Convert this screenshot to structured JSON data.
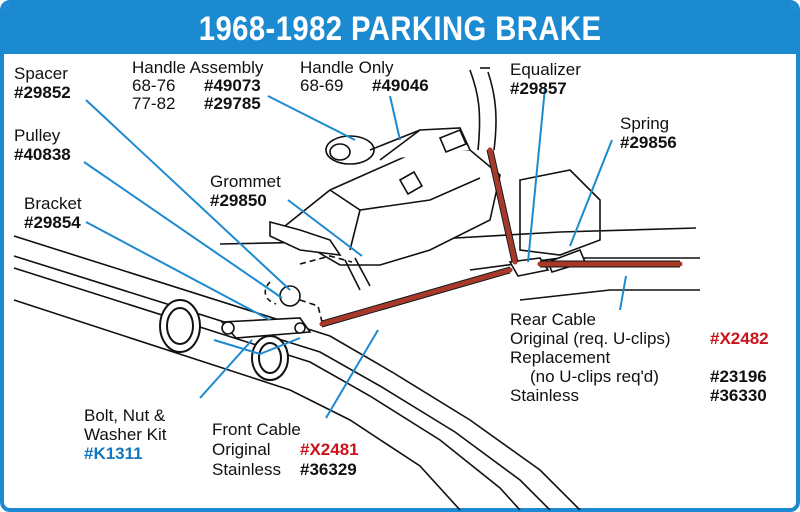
{
  "title": "1968-1982 PARKING BRAKE",
  "colors": {
    "frame": "#1c8ad0",
    "red_part": "#c9141b",
    "blue_part": "#1476bf",
    "cable": "#a8392a",
    "leader": "#1c8ad0"
  },
  "parts": {
    "spacer": {
      "name": "Spacer",
      "number": "#29852"
    },
    "pulley": {
      "name": "Pulley",
      "number": "#40838"
    },
    "bracket": {
      "name": "Bracket",
      "number": "#29854"
    },
    "handle_assembly": {
      "name": "Handle Assembly",
      "years_a": "68-76",
      "number_a": "#49073",
      "years_b": "77-82",
      "number_b": "#29785"
    },
    "handle_only": {
      "name": "Handle Only",
      "years": "68-69",
      "number": "#49046"
    },
    "equalizer": {
      "name": "Equalizer",
      "number": "#29857"
    },
    "spring": {
      "name": "Spring",
      "number": "#29856"
    },
    "grommet": {
      "name": "Grommet",
      "number": "#29850"
    },
    "rear_cable": {
      "name": "Rear Cable",
      "original_label": "Original (req. U-clips)",
      "original_number": "#X2482",
      "replacement_label": "Replacement",
      "replacement_note": "(no U-clips req'd)",
      "replacement_number": "#23196",
      "stainless_label": "Stainless",
      "stainless_number": "#36330"
    },
    "front_cable": {
      "name": "Front Cable",
      "original_label": "Original",
      "original_number": "#X2481",
      "stainless_label": "Stainless",
      "stainless_number": "#36329"
    },
    "bolt_kit": {
      "name_line1": "Bolt, Nut &",
      "name_line2": "Washer Kit",
      "number": "#K1311"
    }
  }
}
